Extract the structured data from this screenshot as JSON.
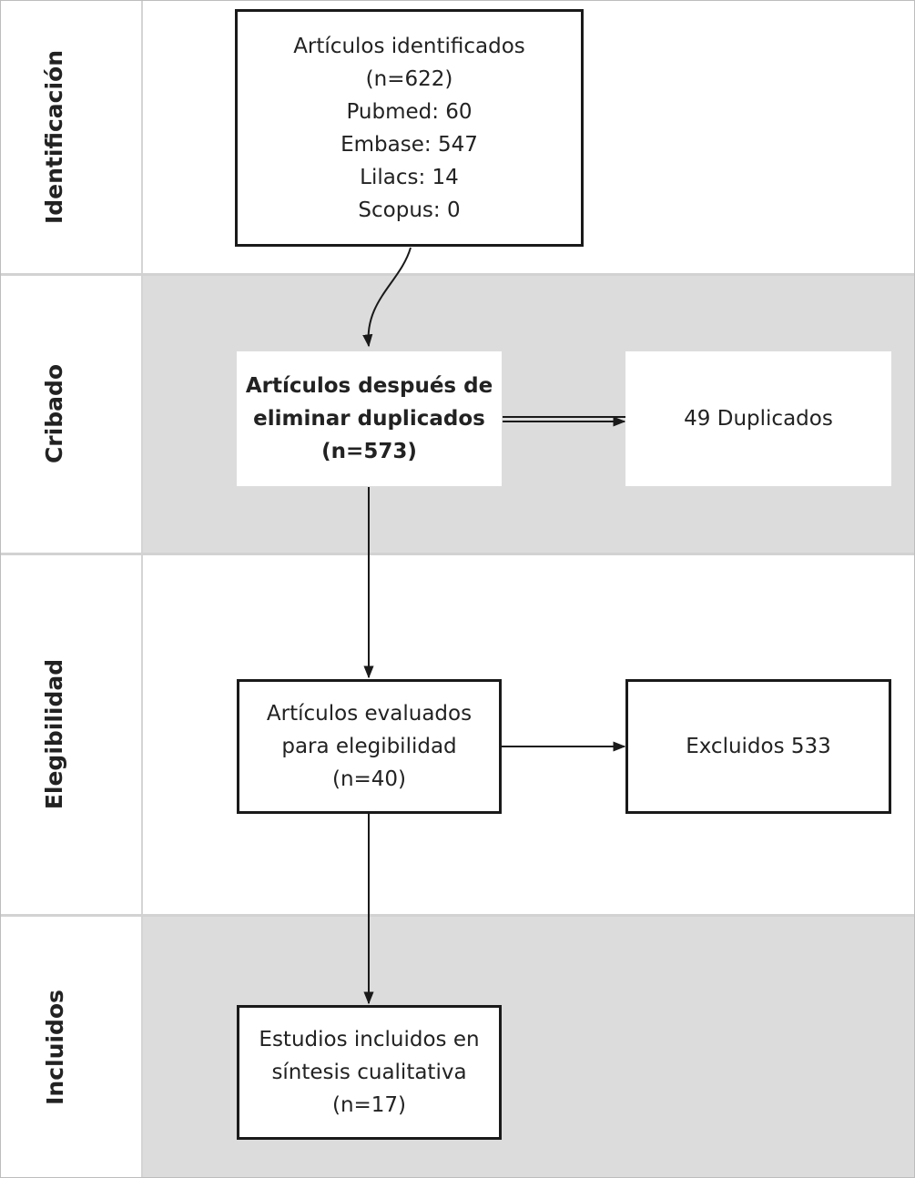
{
  "stages": {
    "identification": "Identificación",
    "screening": "Cribado",
    "eligibility": "Elegibilidad",
    "included": "Incluidos"
  },
  "boxes": {
    "identified": {
      "lines": [
        "Artículos identificados",
        "(n=622)",
        "Pubmed: 60",
        "Embase: 547",
        "Lilacs: 14",
        "Scopus: 0"
      ]
    },
    "after_duplicates": {
      "lines": [
        "Artículos después de",
        "eliminar duplicados",
        "(n=573)"
      ]
    },
    "duplicates": {
      "label": "49 Duplicados"
    },
    "assessed": {
      "lines": [
        "Artículos evaluados",
        "para elegibilidad",
        "(n=40)"
      ]
    },
    "excluded": {
      "label": "Excluidos 533"
    },
    "included_studies": {
      "lines": [
        "Estudios incluidos en",
        "síntesis cualitativa",
        "(n=17)"
      ]
    }
  },
  "colors": {
    "band_gray": "#dcdcdc",
    "band_white": "#ffffff",
    "line": "#1a1a1a"
  }
}
